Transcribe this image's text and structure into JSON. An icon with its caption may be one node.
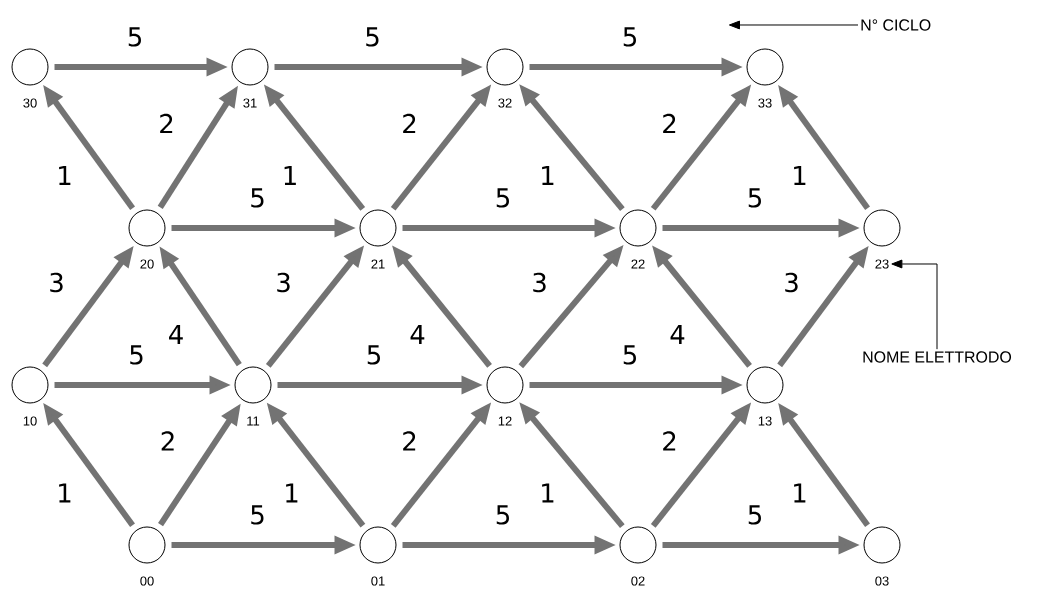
{
  "diagram": {
    "nodes": [
      {
        "text": [
          "30"
        ]
      },
      {
        "text": [
          "31"
        ]
      },
      {
        "text": [
          "32"
        ]
      },
      {
        "text": [
          "33"
        ]
      },
      {
        "text": [
          "20"
        ]
      },
      {
        "text": [
          "21"
        ]
      },
      {
        "text": [
          "22"
        ]
      },
      {
        "text": [
          "23"
        ]
      },
      {
        "text": [
          "10"
        ]
      },
      {
        "text": [
          "11"
        ]
      },
      {
        "text": [
          "12"
        ]
      },
      {
        "text": [
          "13"
        ]
      },
      {
        "text": [
          "00"
        ]
      },
      {
        "text": [
          "01"
        ]
      },
      {
        "text": [
          "02"
        ]
      },
      {
        "text": [
          "03"
        ]
      },
      {
        "text": [
          "N° CICLO"
        ]
      },
      {
        "text": [
          "NOME ELETTRODO"
        ]
      }
    ],
    "edges": [
      {
        "from": 0,
        "to": 1,
        "arrow": "to",
        "label": "5"
      },
      {
        "from": 1,
        "to": 2,
        "arrow": "to",
        "label": "5"
      },
      {
        "from": 2,
        "to": 3,
        "arrow": "to",
        "label": "5"
      },
      {
        "from": 4,
        "to": 0,
        "arrow": "to",
        "label": "1"
      },
      {
        "from": 4,
        "to": 1,
        "arrow": "to",
        "label": "2"
      },
      {
        "from": 5,
        "to": 1,
        "arrow": "to",
        "label": "1"
      },
      {
        "from": 5,
        "to": 2,
        "arrow": "to",
        "label": "2"
      },
      {
        "from": 6,
        "to": 2,
        "arrow": "to",
        "label": "1"
      },
      {
        "from": 6,
        "to": 3,
        "arrow": "to",
        "label": "2"
      },
      {
        "from": 7,
        "to": 3,
        "arrow": "to",
        "label": "1"
      },
      {
        "from": 4,
        "to": 5,
        "arrow": "to",
        "label": "5"
      },
      {
        "from": 5,
        "to": 6,
        "arrow": "to",
        "label": "5"
      },
      {
        "from": 6,
        "to": 7,
        "arrow": "to",
        "label": "5"
      },
      {
        "from": 8,
        "to": 4,
        "arrow": "to",
        "label": "3"
      },
      {
        "from": 9,
        "to": 4,
        "arrow": "to",
        "label": "4"
      },
      {
        "from": 9,
        "to": 5,
        "arrow": "to",
        "label": "3"
      },
      {
        "from": 10,
        "to": 5,
        "arrow": "to",
        "label": "4"
      },
      {
        "from": 10,
        "to": 6,
        "arrow": "to",
        "label": "3"
      },
      {
        "from": 11,
        "to": 6,
        "arrow": "to",
        "label": "4"
      },
      {
        "from": 11,
        "to": 7,
        "arrow": "to",
        "label": "3"
      },
      {
        "from": 8,
        "to": 9,
        "arrow": "to",
        "label": "5"
      },
      {
        "from": 9,
        "to": 10,
        "arrow": "to",
        "label": "5"
      },
      {
        "from": 10,
        "to": 11,
        "arrow": "to",
        "label": "5"
      },
      {
        "from": 12,
        "to": 8,
        "arrow": "to",
        "label": "1"
      },
      {
        "from": 12,
        "to": 9,
        "arrow": "to",
        "label": "2"
      },
      {
        "from": 13,
        "to": 9,
        "arrow": "to",
        "label": "1"
      },
      {
        "from": 13,
        "to": 10,
        "arrow": "to",
        "label": "2"
      },
      {
        "from": 14,
        "to": 10,
        "arrow": "to",
        "label": "1"
      },
      {
        "from": 14,
        "to": 11,
        "arrow": "to",
        "label": "2"
      },
      {
        "from": 15,
        "to": 11,
        "arrow": "to",
        "label": "1"
      },
      {
        "from": 12,
        "to": 13,
        "arrow": "to",
        "label": "5"
      },
      {
        "from": 13,
        "to": 14,
        "arrow": "to",
        "label": "5"
      },
      {
        "from": 14,
        "to": 15,
        "arrow": "to",
        "label": "5"
      },
      {
        "from": 16,
        "to": null,
        "arrow": "to",
        "color": "#000000"
      },
      {
        "from": 17,
        "to": 7,
        "arrow": "to",
        "color": "#000000"
      }
    ]
  }
}
